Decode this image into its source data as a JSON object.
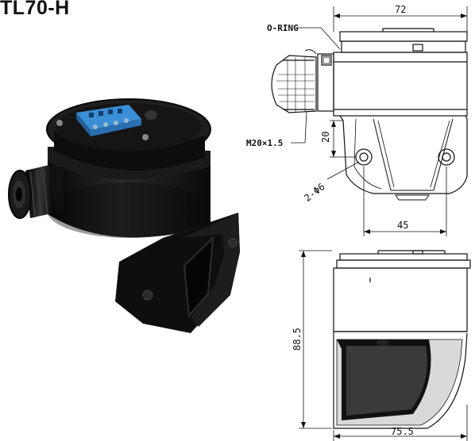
{
  "title": "TL70-H",
  "drawing": {
    "labels": {
      "o_ring": "O-RING",
      "thread": "M20×1.5",
      "holes": "2-Φ6"
    },
    "dimensions": {
      "top_width": "72",
      "bracket_height": "20",
      "hole_spacing": "45",
      "total_height": "88.5",
      "base_width": "75.5"
    }
  },
  "colors": {
    "line": "#111111",
    "body": "#151515",
    "terminal": "#3a8fd6"
  }
}
